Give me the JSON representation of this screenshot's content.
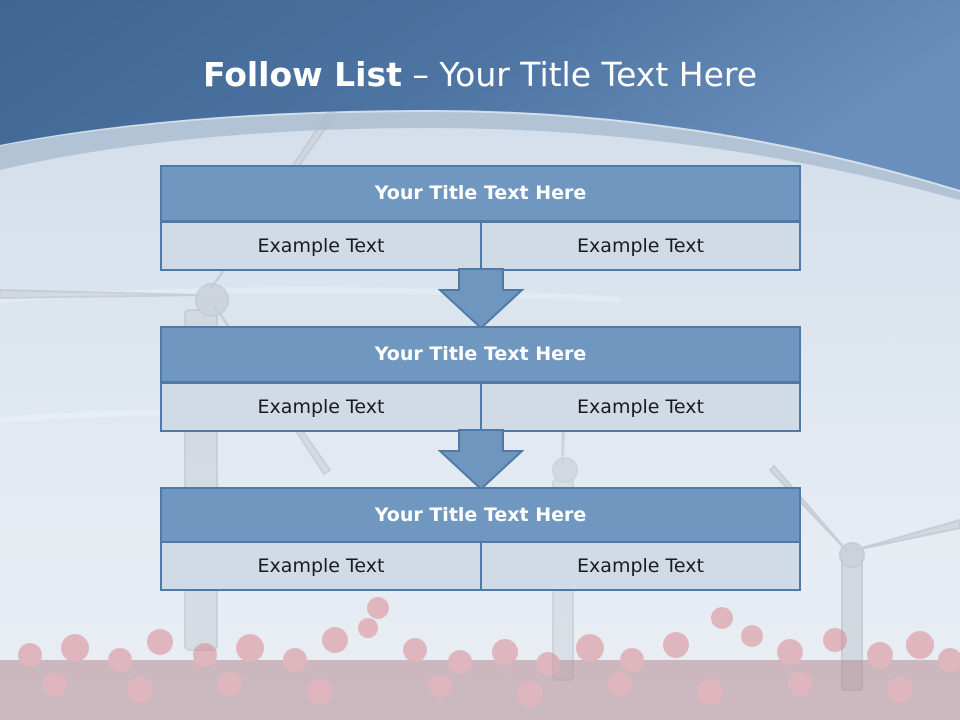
{
  "slide": {
    "title_bold": "Follow List",
    "title_rest": " – Your Title Text Here"
  },
  "blocks": [
    {
      "title": "Your Title Text Here",
      "left": "Example Text",
      "right": "Example Text"
    },
    {
      "title": "Your Title Text Here",
      "left": "Example Text",
      "right": "Example Text"
    },
    {
      "title": "Your Title Text Here",
      "left": "Example Text",
      "right": "Example Text"
    }
  ],
  "colors": {
    "header_band": "#4a6f99",
    "title_bar": "#7097bf",
    "cell_fill": "#d1dbe6",
    "border": "#4f79a6",
    "arrow": "#6f96be"
  },
  "background_theme": "wind turbines and red tulip field"
}
